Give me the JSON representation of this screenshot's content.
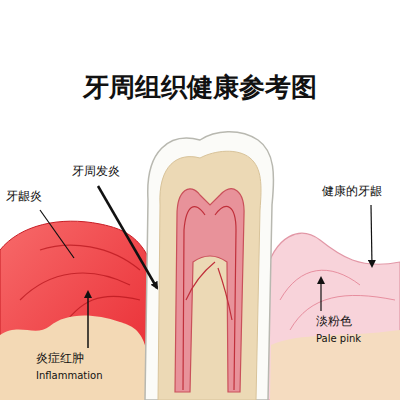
{
  "diagram": {
    "title": "牙周组织健康参考图",
    "labels": [
      "牙龈炎",
      "牙周发炎",
      "健康的牙龈",
      "炎症红肿",
      "Inflammation",
      "淡粉色",
      "Pale pink"
    ]
  }
}
